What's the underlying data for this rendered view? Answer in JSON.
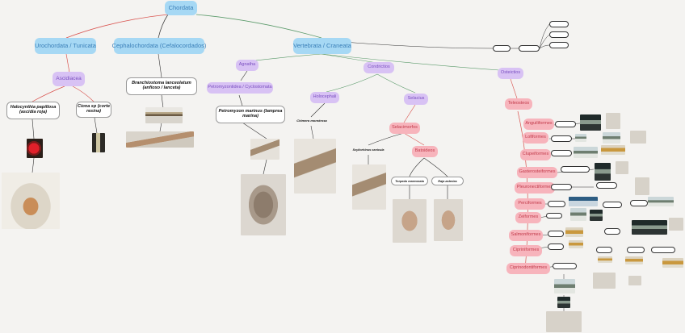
{
  "nodes": {
    "chordata": "Chordata",
    "urochordata": "Urochordata / Tunicata",
    "cephalochordata": "Cephalochordata (Cefalocordados)",
    "vertebrata": "Vertebrata / Craneata",
    "ascidiacea": "Ascidiacea",
    "halocynthia": "Halocynthia papillosa (ascidia roja)",
    "ciona": "Ciona sp (corte resina)",
    "branchiostoma": "Branchiostoma lanceolatum (anfioxo / lanceta)",
    "agnatha": "Agnatha",
    "petromyzontidea": "Petromyzontidea / Cyclostomata",
    "petromyzon": "Petromyzon marinus (lamprea marina)",
    "condrictios": "Condrictios",
    "holocephali": "Holocephali",
    "chimaera": "Chimera monstrosa",
    "selacius": "Selacius",
    "selacimorfos": "Selacimorfos",
    "scyliorhinus": "Scyliorhinus canicula",
    "batoideos": "Batoideos",
    "torpedo": "Torpedo marmorata",
    "raja": "Raja asterias",
    "osteictios": "Osteictios",
    "teleosteos": "Teleosteos",
    "anguiliformes": "Anguiliformes",
    "lofiformes": "Lofiformes",
    "clupeiformes": "Clupeiformes",
    "gasterosteiformes": "Gasterosteiformes",
    "pleuronectiformes": "Pleuronectiformes",
    "perciformes": "Perciformes",
    "zeiformes": "Zeiformes",
    "salmoniformes": "Salmoniformes",
    "cipriniformes": "Cipriniformes",
    "ciprinodontiformes": "Ciprinodontiformes"
  },
  "small_labels": {
    "top_right_a": "",
    "top_right_b": "",
    "top_right_c": "",
    "mid_right_a": "",
    "mid_right_b": ""
  },
  "colors": {
    "blue": "#a6d8f4",
    "purple": "#d8c2f4",
    "pink": "#f7b4bc",
    "link_red": "#d9534f",
    "link_green": "#5a9a6a",
    "link_dark": "#333333"
  }
}
